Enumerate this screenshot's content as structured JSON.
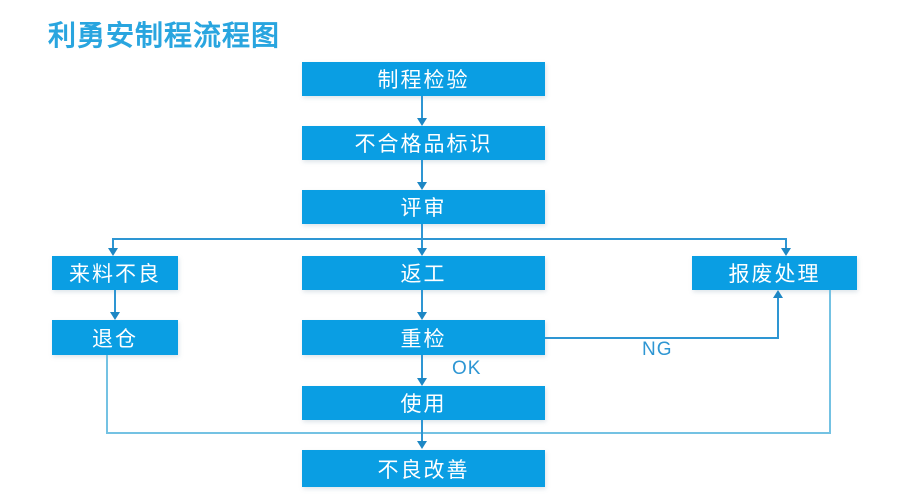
{
  "title": "利勇安制程流程图",
  "colors": {
    "box_fill": "#0a9ee3",
    "box_text": "#ffffff",
    "title_text": "#29a5df",
    "connector": "#2e96d3",
    "connector_light": "#74c2e3",
    "arrowhead": "#1d87c4"
  },
  "nodes": {
    "process_inspection": "制程检验",
    "nonconforming_marking": "不合格品标识",
    "review": "评审",
    "incoming_defect": "来料不良",
    "rework": "返工",
    "scrap_handling": "报废处理",
    "return_to_warehouse": "退仓",
    "reinspection": "重检",
    "use": "使用",
    "defect_improvement": "不良改善"
  },
  "edge_labels": {
    "ok": "OK",
    "ng": "NG"
  }
}
